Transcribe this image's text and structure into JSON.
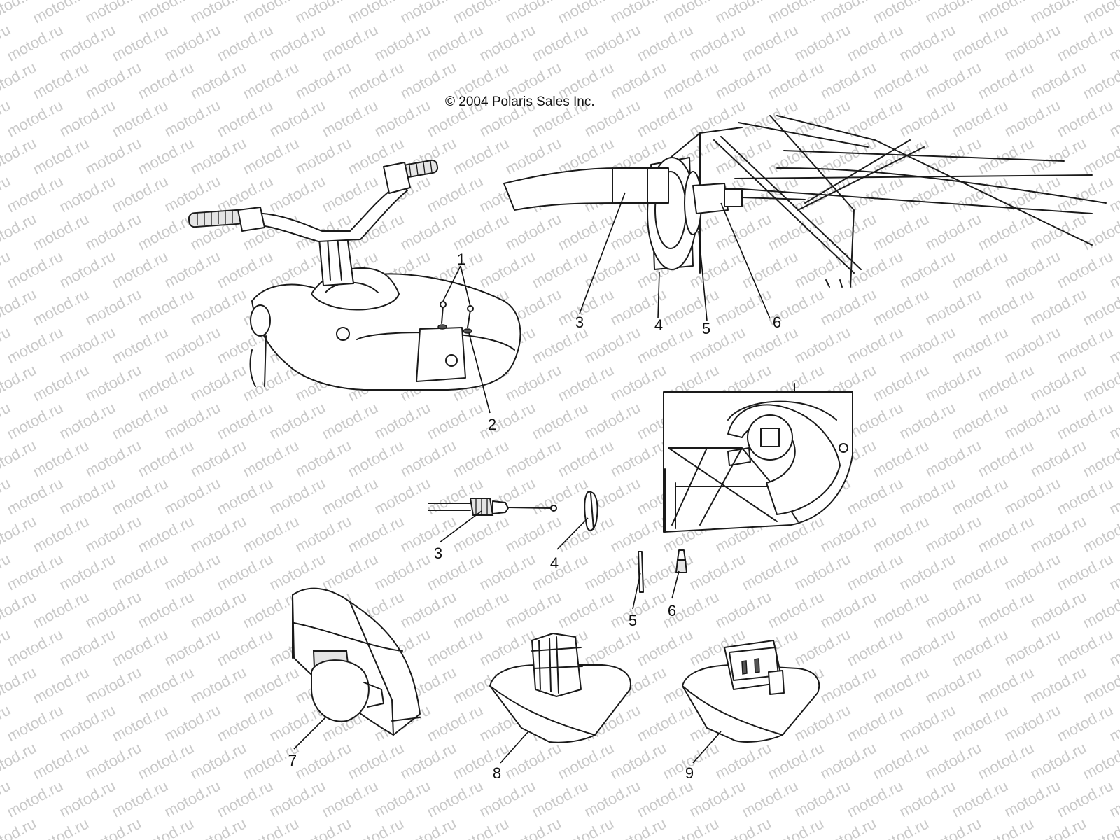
{
  "copyright": "© 2004 Polaris Sales Inc.",
  "watermark": "motod.ru",
  "callouts": {
    "top_left_1": "1",
    "top_left_2": "2",
    "top_right_3": "3",
    "top_right_4": "4",
    "top_right_5": "5",
    "top_right_6": "6",
    "mid_3": "3",
    "mid_4": "4",
    "mid_5": "5",
    "mid_6": "6",
    "bottom_7": "7",
    "bottom_8": "8",
    "bottom_9": "9"
  },
  "colors": {
    "ink": "#1a1a1a",
    "watermark": "#c9c9c9",
    "background": "#ffffff"
  }
}
